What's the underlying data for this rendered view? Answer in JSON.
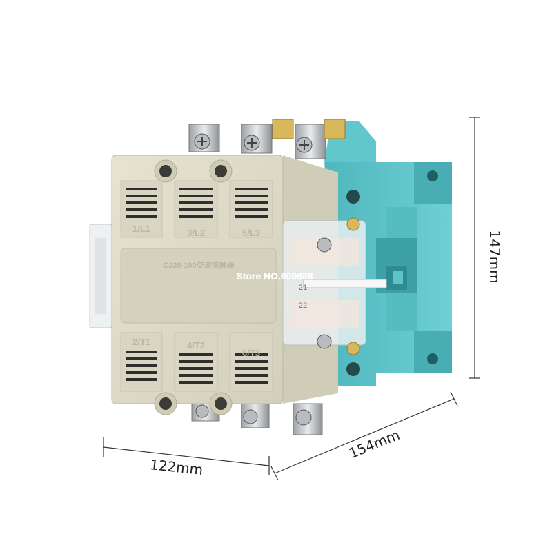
{
  "product": {
    "model_text": "CJ20-100交流接触器",
    "terminals_top": [
      "1/L1",
      "3/L2",
      "5/L3"
    ],
    "terminals_bottom": [
      "2/T1",
      "4/T2",
      "6/T3"
    ],
    "aux_contacts": [
      "21",
      "22"
    ]
  },
  "watermark": "Store NO.609688",
  "dimensions": {
    "height": "147mm",
    "width": "122mm",
    "depth": "154mm"
  },
  "colors": {
    "housing": "#dcd9c6",
    "body_teal": "#5ec3c9",
    "terminal_metal": "#c9ccd0"
  }
}
